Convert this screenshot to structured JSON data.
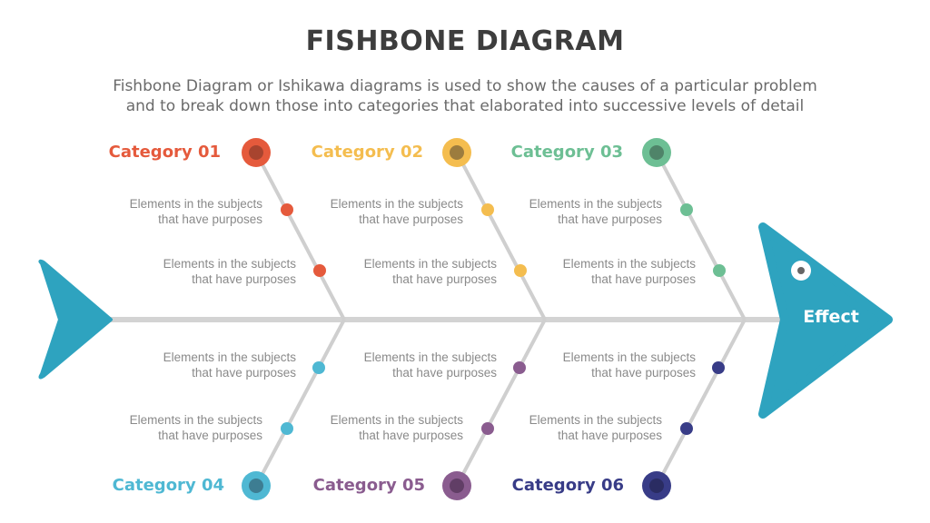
{
  "header": {
    "title": "FISHBONE DIAGRAM",
    "subtitle_line1": "Fishbone Diagram or Ishikawa diagrams is used to show the causes of a particular problem",
    "subtitle_line2": "and to break down those into categories that elaborated into successive levels of detail"
  },
  "effect": {
    "label": "Effect",
    "color": "#2ea3bf"
  },
  "colors": {
    "spine": "#d3d3d3",
    "bone": "#cfcfcf",
    "text": "#8a8a8a"
  },
  "categories": [
    {
      "label": "Category 01",
      "color": "#e55a3c",
      "inner": "#a8442f",
      "elements": [
        {
          "line1": "Elements in the subjects",
          "line2": "that have purposes"
        },
        {
          "line1": "Elements in the subjects",
          "line2": "that have purposes"
        }
      ]
    },
    {
      "label": "Category 02",
      "color": "#f4bd4f",
      "inner": "#9c7c3e",
      "elements": [
        {
          "line1": "Elements in the subjects",
          "line2": "that have purposes"
        },
        {
          "line1": "Elements in the subjects",
          "line2": "that have purposes"
        }
      ]
    },
    {
      "label": "Category 03",
      "color": "#6dbf94",
      "inner": "#4f8469",
      "elements": [
        {
          "line1": "Elements in the subjects",
          "line2": "that have purposes"
        },
        {
          "line1": "Elements in the subjects",
          "line2": "that have purposes"
        }
      ]
    },
    {
      "label": "Category 04",
      "color": "#4fb8d3",
      "inner": "#3d7d92",
      "elements": [
        {
          "line1": "Elements in the subjects",
          "line2": "that have purposes"
        },
        {
          "line1": "Elements in the subjects",
          "line2": "that have purposes"
        }
      ]
    },
    {
      "label": "Category 05",
      "color": "#8a5c8f",
      "inner": "#613e66",
      "elements": [
        {
          "line1": "Elements in the subjects",
          "line2": "that have purposes"
        },
        {
          "line1": "Elements in the subjects",
          "line2": "that have purposes"
        }
      ]
    },
    {
      "label": "Category 06",
      "color": "#383c87",
      "inner": "#2a2c62",
      "elements": [
        {
          "line1": "Elements in the subjects",
          "line2": "that have purposes"
        },
        {
          "line1": "Elements in the subjects",
          "line2": "that have purposes"
        }
      ]
    }
  ]
}
